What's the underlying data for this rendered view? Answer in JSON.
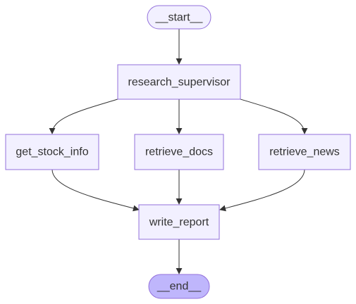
{
  "diagram": {
    "type": "flowchart",
    "colors": {
      "node_fill": "#f2f0ff",
      "node_stroke": "#9370db",
      "end_fill": "#bfb6fc",
      "edge": "#333333",
      "text": "#333333"
    },
    "nodes": {
      "start": "__start__",
      "research_supervisor": "research_supervisor",
      "get_stock_info": "get_stock_info",
      "retrieve_docs": "retrieve_docs",
      "retrieve_news": "retrieve_news",
      "write_report": "write_report",
      "end": "__end__"
    },
    "edges": [
      {
        "from": "__start__",
        "to": "research_supervisor"
      },
      {
        "from": "research_supervisor",
        "to": "get_stock_info"
      },
      {
        "from": "research_supervisor",
        "to": "retrieve_docs"
      },
      {
        "from": "research_supervisor",
        "to": "retrieve_news"
      },
      {
        "from": "get_stock_info",
        "to": "write_report"
      },
      {
        "from": "retrieve_docs",
        "to": "write_report"
      },
      {
        "from": "retrieve_news",
        "to": "write_report"
      },
      {
        "from": "write_report",
        "to": "__end__"
      }
    ]
  }
}
